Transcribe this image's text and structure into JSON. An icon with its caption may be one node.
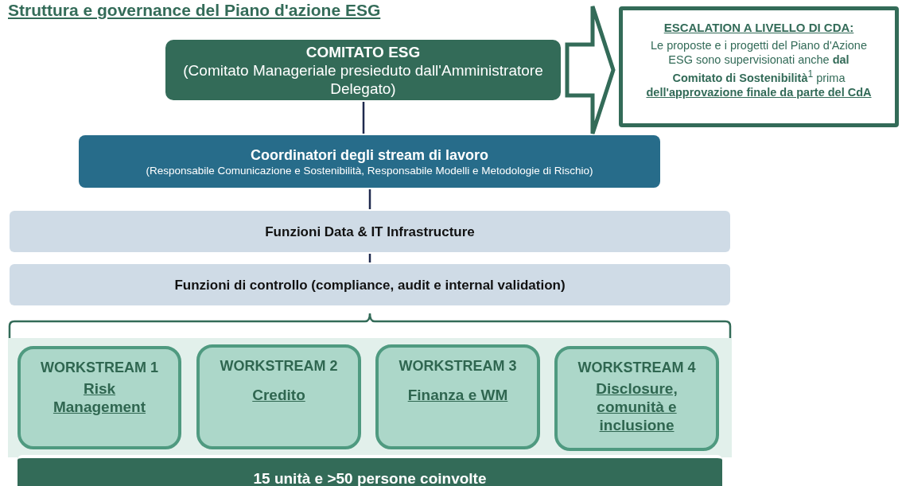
{
  "diagram": {
    "title": "Struttura e governance del Piano d'azione ESG",
    "nodes": [
      {
        "text": [
          "COMITATO ESG",
          "(Comitato Manageriale presieduto dall'Amministratore Delegato)"
        ]
      },
      {
        "text": [
          "ESCALATION A LIVELLO DI CDA:",
          "Le proposte e i progetti del Piano d'Azione ESG sono supervisionati anche **dal Comitato di Sostenibilità**$^{1}$ prima **dell'approvazione finale da parte del CdA**"
        ]
      },
      {
        "text": [
          "Coordinatori degli stream di lavoro",
          "(Responsabile Comunicazione e Sostenibilità, Responsabile Modelli e Metodologie di Rischio)"
        ]
      },
      {
        "text": [
          "Funzioni Data & IT Infrastructure"
        ]
      },
      {
        "text": [
          "Funzioni di controllo (compliance, audit e internal validation)"
        ]
      },
      {
        "text": [],
        "shape": "box"
      },
      {
        "text": [
          "WORKSTREAM 1",
          "Risk Management"
        ],
        "in": 5
      },
      {
        "text": [
          "WORKSTREAM 2",
          "Credito"
        ],
        "in": 5
      },
      {
        "text": [
          "WORKSTREAM 3",
          "Finanza e WM"
        ],
        "in": 5
      },
      {
        "text": [
          "WORKSTREAM 4",
          "Disclosure, comunità e inclusione"
        ],
        "in": 5
      },
      {
        "text": [
          "15 unità e >50 persone coinvolte"
        ]
      }
    ],
    "edges": [
      {
        "from": 0,
        "to": 1,
        "arrow": "to",
        "style": "thick",
        "color": "#336b58"
      },
      {
        "from": 0,
        "to": 2,
        "arrow": "none"
      },
      {
        "from": 2,
        "to": 3,
        "arrow": "none"
      },
      {
        "from": 3,
        "to": 4,
        "arrow": "none"
      }
    ]
  }
}
